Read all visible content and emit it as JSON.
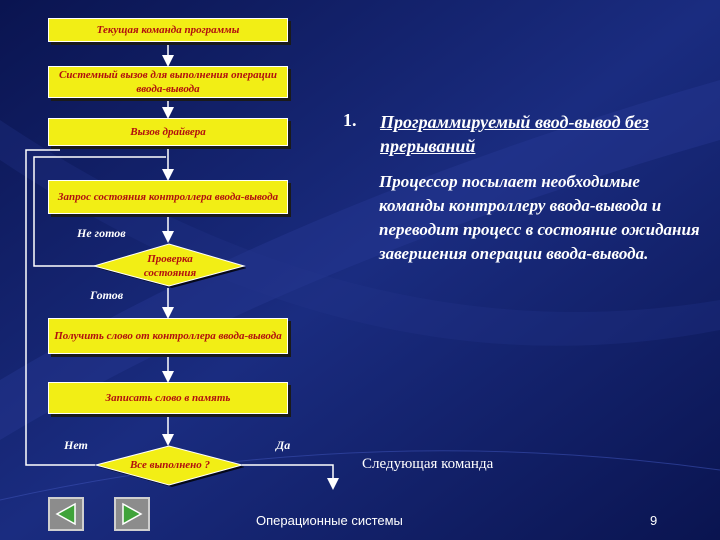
{
  "flowchart": {
    "step_current": "Текущая команда программы",
    "step_syscall": "Системный вызов для выполнения операции ввода-вывода",
    "step_driver": "Вызов драйвера",
    "step_request": "Запрос состояния контроллера ввода-вывода",
    "label_not_ready": "Не готов",
    "decision_status": "Проверка состояния",
    "label_ready": "Готов",
    "step_get_word": "Получить слово от контроллера ввода-вывода",
    "step_write_word": "Записать слово в память",
    "label_no": "Нет",
    "decision_done": "Все выполнено ?",
    "label_yes": "Да",
    "next_command": "Следующая команда"
  },
  "heading": {
    "number": "1.",
    "title": "Программируемый ввод-вывод без прерываний"
  },
  "body_text": "Процессор посылает необходимые команды контроллеру ввода-вывода и переводит процесс в состояние ожидания завершения операции ввода-вывода.",
  "footer": {
    "course_name": "Операционные системы",
    "page_number": "9"
  },
  "nav": {
    "prev_icon": "arrow-left-icon",
    "next_icon": "arrow-right-icon"
  },
  "colors": {
    "background": "#0c1a5e",
    "box_fill": "#f2ee15",
    "box_text": "#b10f0f",
    "connector": "#ffffff"
  }
}
